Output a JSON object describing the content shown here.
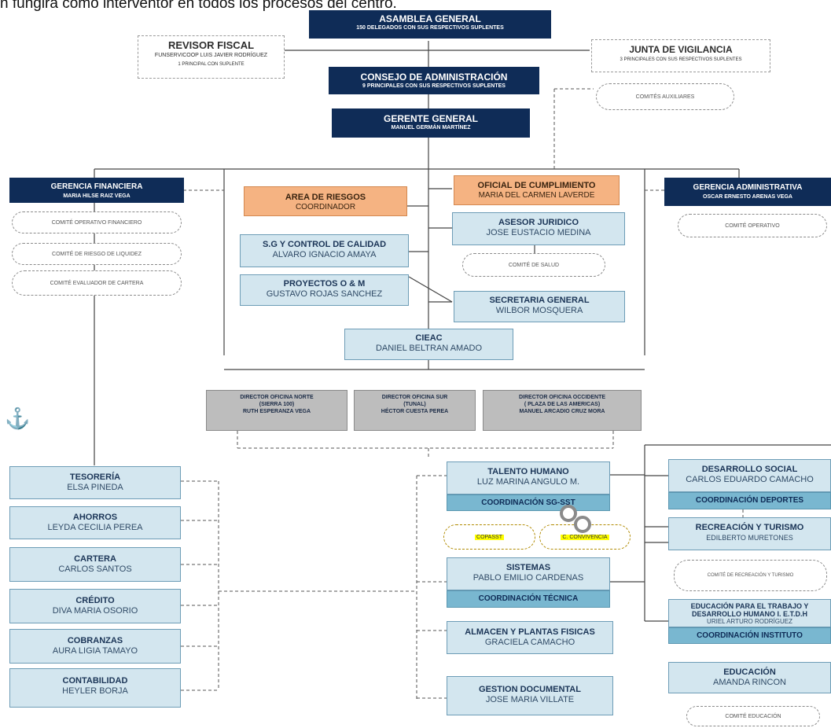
{
  "top_text": "n fungirá como interventor en todos los procesos del centro.",
  "colors": {
    "navy": "#0f2c57",
    "light_blue": "#d3e6ef",
    "mid_blue": "#79b7d0",
    "orange": "#f5b382",
    "gray": "#bdbdbd"
  },
  "asamblea": {
    "title": "ASAMBLEA GENERAL",
    "sub": "150 DELEGADOS CON SUS RESPECTIVOS SUPLENTES"
  },
  "revisor": {
    "title": "REVISOR FISCAL",
    "line1": "FUNSERVICOOP LUIS JAVIER RODRÍGUEZ",
    "line2": "1 PRINCIPAL CON SUPLENTE"
  },
  "junta": {
    "title": "JUNTA DE VIGILANCIA",
    "sub": "3 PRINCIPALES CON SUS RESPECTIVOS SUPLENTES"
  },
  "consejo": {
    "title": "CONSEJO DE ADMINISTRACIÓN",
    "sub": "9 PRINCIPALES CON SUS RESPECTIVOS SUPLENTES"
  },
  "comites_aux": "COMITÉS AUXILIARES",
  "gerente": {
    "title": "GERENTE GENERAL",
    "sub": "MANUEL GERMÁN MARTÍNEZ"
  },
  "ger_fin": {
    "title": "GERENCIA FINANCIERA",
    "sub": "MARIA HILSE RAIZ VEGA"
  },
  "ger_fin_comites": [
    "COMITÉ OPERATIVO FINANCIERO",
    "COMITÉ DE RIESGO DE LIQUIDEZ",
    "COMITÉ EVALUADOR DE CARTERA"
  ],
  "ger_adm": {
    "title": "GERENCIA ADMINISTRATIVA",
    "sub": "OSCAR ERNESTO ARENAS VEGA"
  },
  "comite_operativo": "COMITÉ OPERATIVO",
  "riesgos": {
    "title": "AREA DE RIESGOS",
    "sub": "COORDINADOR"
  },
  "oficial": {
    "title": "OFICIAL DE CUMPLIMIENTO",
    "sub": "MARIA DEL CARMEN LAVERDE"
  },
  "asesor": {
    "title": "ASESOR JURIDICO",
    "sub": "JOSE EUSTACIO MEDINA"
  },
  "comite_salud": "COMITÉ DE SALUD",
  "sg": {
    "title": "S.G Y CONTROL DE CALIDAD",
    "sub": "ALVARO IGNACIO AMAYA"
  },
  "proyectos": {
    "title": "PROYECTOS O & M",
    "sub": "GUSTAVO ROJAS SANCHEZ"
  },
  "secretaria": {
    "title": "SECRETARIA GENERAL",
    "sub": "WILBOR MOSQUERA"
  },
  "cieac": {
    "title": "CIEAC",
    "sub": "DANIEL BELTRAN AMADO"
  },
  "dir_norte": {
    "line1": "DIRECTOR OFICINA NORTE",
    "line2": "(SIERRA 100)",
    "line3": "RUTH ESPERANZA VEGA"
  },
  "dir_sur": {
    "line1": "DIRECTOR OFICINA SUR",
    "line2": "(TUNAL)",
    "line3": "HÉCTOR CUESTA PEREA"
  },
  "dir_occ": {
    "line1": "DIRECTOR OFICINA OCCIDENTE",
    "line2": "( PLAZA DE LAS AMERICAS)",
    "line3": "MANUEL ARCADIO CRUZ MORA"
  },
  "left_units": [
    {
      "title": "TESORERÍA",
      "sub": "ELSA PINEDA"
    },
    {
      "title": "AHORROS",
      "sub": "LEYDA CECILIA PEREA"
    },
    {
      "title": "CARTERA",
      "sub": "CARLOS SANTOS"
    },
    {
      "title": "CRÉDITO",
      "sub": "DIVA MARIA OSORIO"
    },
    {
      "title": "COBRANZAS",
      "sub": "AURA LIGIA TAMAYO"
    },
    {
      "title": "CONTABILIDAD",
      "sub": "HEYLER BORJA"
    }
  ],
  "talento": {
    "title": "TALENTO HUMANO",
    "sub": "LUZ MARINA ANGULO M.",
    "coord": "COORDINACIÓN SG-SST"
  },
  "copasst": "COPASST",
  "convivencia": "C. CONVIVENCIA",
  "sistemas": {
    "title": "SISTEMAS",
    "sub": "PABLO EMILIO CARDENAS",
    "coord": "COORDINACIÓN TÉCNICA"
  },
  "almacen": {
    "title": "ALMACEN Y PLANTAS FISICAS",
    "sub": "GRACIELA CAMACHO"
  },
  "gestion": {
    "title": "GESTION DOCUMENTAL",
    "sub": "JOSE MARIA VILLATE"
  },
  "desarrollo": {
    "title": "DESARROLLO SOCIAL",
    "sub": "CARLOS EDUARDO CAMACHO",
    "coord": "COORDINACIÓN DEPORTES"
  },
  "recreacion": {
    "title": "RECREACIÓN Y TURISMO",
    "sub": "EDILBERTO MURETONES"
  },
  "comite_recreacion": "COMITÉ DE RECREACIÓN Y TURISMO",
  "educacion_trabajo": {
    "title": "EDUCACIÓN PARA EL TRABAJO Y DESARROLLO HUMANO I. E.T.D.H",
    "sub": "URIEL ARTURO RODRÍGUEZ",
    "coord": "COORDINACIÓN INSTITUTO"
  },
  "educacion": {
    "title": "EDUCACIÓN",
    "sub": "AMANDA RINCON"
  },
  "comite_educacion": "COMITÉ EDUCACIÓN"
}
